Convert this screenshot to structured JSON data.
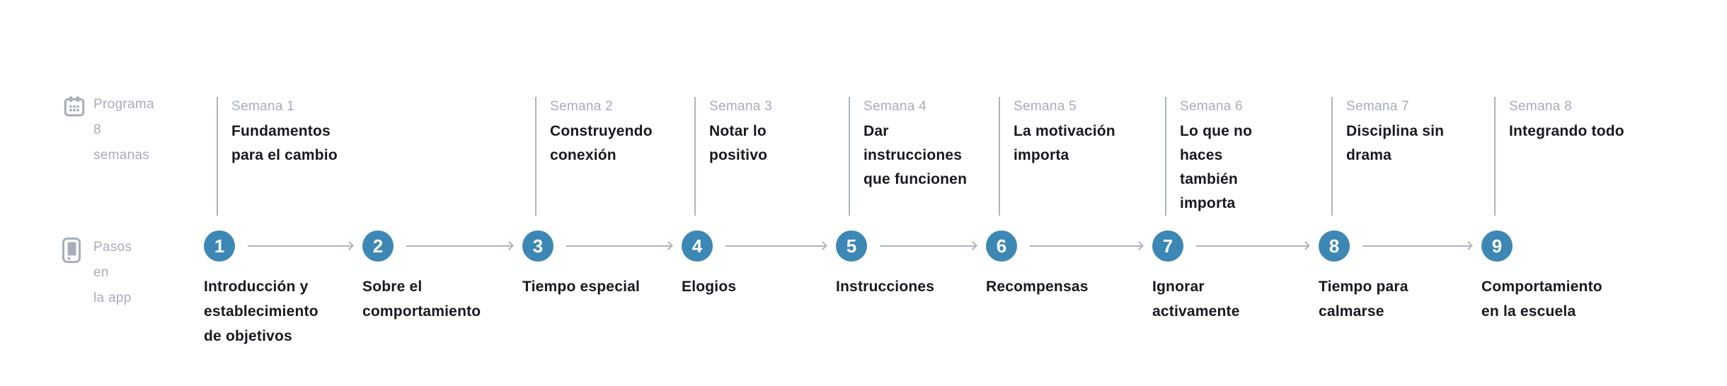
{
  "colors": {
    "accent_blue": "#3d87b5",
    "muted_gray_text": "#a6aeba",
    "line_gray": "#adb4bd",
    "title_black": "#17191e",
    "background": "#ffffff"
  },
  "legend": {
    "program": {
      "icon": "calendar-icon",
      "label": "Programa\n8 semanas"
    },
    "app_steps": {
      "icon": "phone-icon",
      "label": "Pasos en\nla app"
    }
  },
  "weeks": [
    {
      "label": "Semana 1",
      "title": "Fundamentos\npara el cambio"
    },
    {
      "label": "Semana 2",
      "title": "Construyendo\nconexión"
    },
    {
      "label": "Semana 3",
      "title": "Notar lo\npositivo"
    },
    {
      "label": "Semana 4",
      "title": "Dar\ninstrucciones\nque funcionen"
    },
    {
      "label": "Semana 5",
      "title": "La motivación\nimporta"
    },
    {
      "label": "Semana 6",
      "title": "Lo que no\nhaces\ntambién\nimporta"
    },
    {
      "label": "Semana 7",
      "title": "Disciplina sin\ndrama"
    },
    {
      "label": "Semana 8",
      "title": "Integrando todo"
    }
  ],
  "steps": [
    {
      "number": "1",
      "label": "Introducción y\nestablecimiento\nde objetivos"
    },
    {
      "number": "2",
      "label": "Sobre el\ncomportamiento"
    },
    {
      "number": "3",
      "label": "Tiempo especial"
    },
    {
      "number": "4",
      "label": "Elogios"
    },
    {
      "number": "5",
      "label": "Instrucciones"
    },
    {
      "number": "6",
      "label": "Recompensas"
    },
    {
      "number": "7",
      "label": "Ignorar\nactivamente"
    },
    {
      "number": "8",
      "label": "Tiempo para\ncalmarse"
    },
    {
      "number": "9",
      "label": "Comportamiento\nen la escuela"
    }
  ]
}
